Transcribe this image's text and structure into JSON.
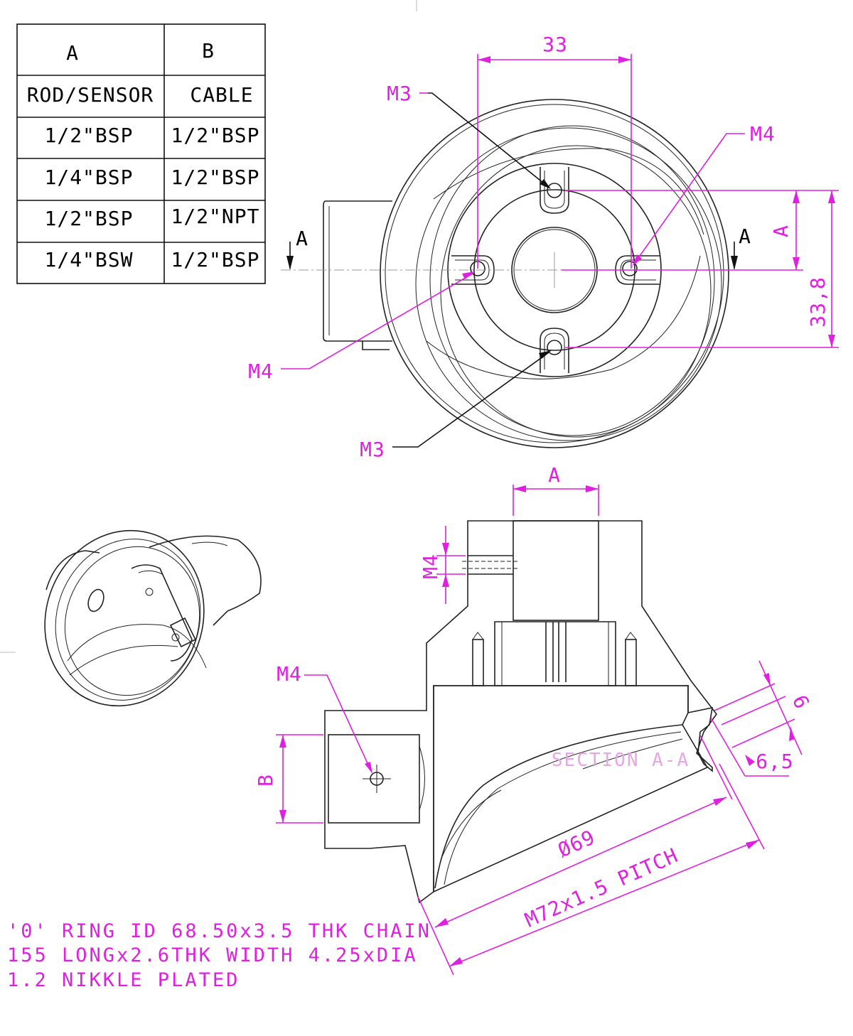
{
  "table": {
    "headers": [
      "A",
      "B"
    ],
    "rows": [
      [
        "ROD/SENSOR",
        "CABLE"
      ],
      [
        "1/2\"BSP",
        "1/2\"BSP"
      ],
      [
        "1/4\"BSP",
        "1/2\"BSP"
      ],
      [
        "1/2\"BSP",
        "1/2\"NPT"
      ],
      [
        "1/4\"BSW",
        "1/2\"BSP"
      ]
    ]
  },
  "top_view": {
    "dim_width": "33",
    "dim_height": "33,8",
    "dim_a": "A",
    "section_mark_left": "A",
    "section_mark_right": "A",
    "callout_m3_top": "M3",
    "callout_m4_right": "M4",
    "callout_m4_left": "M4",
    "callout_m3_bottom": "M3"
  },
  "section_view": {
    "dim_a": "A",
    "dim_m4_thread": "M4",
    "callout_m4": "M4",
    "dim_b": "B",
    "dim_6": "6",
    "dim_6_5": "6,5",
    "dim_dia": "Ø69",
    "dim_thread": "M72x1.5 PITCH",
    "title": "SECTION A-A"
  },
  "notes": [
    "'0' RING ID 68.50x3.5 THK CHAIN",
    "155 LONGx2.6THK WIDTH 4.25xDIA",
    "1.2 NIKKLE PLATED"
  ],
  "colors": {
    "dimension": "#e020e0",
    "linework": "#222222",
    "section_title": "#eaa4ea"
  }
}
